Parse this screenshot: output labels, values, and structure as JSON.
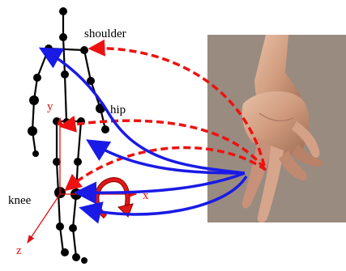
{
  "labels": {
    "shoulder": "shoulder",
    "hip": "hip",
    "knee": "knee",
    "axis_x": "x",
    "axis_y": "y",
    "axis_z": "z"
  },
  "colors": {
    "skeleton": "#000000",
    "blue_arrow": "#1a1ae6",
    "red_arrow": "#ee1111",
    "axis": "#e01010",
    "panel": "#9a8c80",
    "skin": "#d9a88c"
  },
  "icons": {
    "rotation": "curved-rotation-arrow-icon"
  }
}
